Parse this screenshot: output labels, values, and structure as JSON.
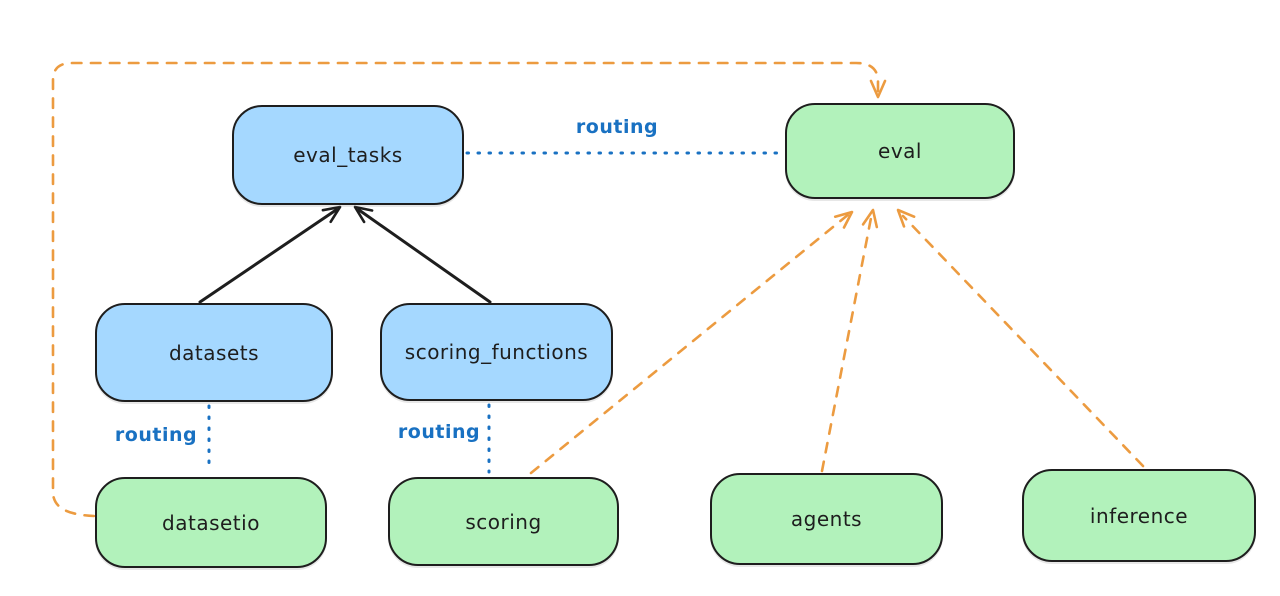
{
  "diagram": {
    "type": "architecture-graph",
    "background": "#ffffff",
    "nodes": {
      "eval_tasks": {
        "label": "eval_tasks",
        "color_group": "blue"
      },
      "eval": {
        "label": "eval",
        "color_group": "green"
      },
      "datasets": {
        "label": "datasets",
        "color_group": "blue"
      },
      "scoring_functions": {
        "label": "scoring_functions",
        "color_group": "blue"
      },
      "datasetio": {
        "label": "datasetio",
        "color_group": "green"
      },
      "scoring": {
        "label": "scoring",
        "color_group": "green"
      },
      "agents": {
        "label": "agents",
        "color_group": "green"
      },
      "inference": {
        "label": "inference",
        "color_group": "green"
      }
    },
    "edge_labels": {
      "eval_tasks_to_eval": "routing",
      "datasets_to_datasetio": "routing",
      "scoring_functions_to_scoring": "routing"
    },
    "edges": [
      {
        "from": "datasets",
        "to": "eval_tasks",
        "style": "solid",
        "arrow": true,
        "color": "#1e1e1e"
      },
      {
        "from": "scoring_functions",
        "to": "eval_tasks",
        "style": "solid",
        "arrow": true,
        "color": "#1e1e1e"
      },
      {
        "from": "eval_tasks",
        "to": "eval",
        "style": "dotted",
        "arrow": false,
        "color": "#1971c2",
        "label": "routing"
      },
      {
        "from": "datasets",
        "to": "datasetio",
        "style": "dotted",
        "arrow": false,
        "color": "#1971c2",
        "label": "routing"
      },
      {
        "from": "scoring_functions",
        "to": "scoring",
        "style": "dotted",
        "arrow": false,
        "color": "#1971c2",
        "label": "routing"
      },
      {
        "from": "datasetio",
        "to": "eval",
        "style": "dashed",
        "arrow": true,
        "color": "#ec9b40",
        "route": "around-left-and-top"
      },
      {
        "from": "scoring",
        "to": "eval",
        "style": "dashed",
        "arrow": true,
        "color": "#ec9b40"
      },
      {
        "from": "agents",
        "to": "eval",
        "style": "dashed",
        "arrow": true,
        "color": "#ec9b40"
      },
      {
        "from": "inference",
        "to": "eval",
        "style": "dashed",
        "arrow": true,
        "color": "#ec9b40"
      }
    ],
    "colors": {
      "blue_fill": "#a5d8ff",
      "green_fill": "#b2f2bb",
      "node_stroke": "#1e1e1e",
      "routing_blue": "#1971c2",
      "orange": "#ec9b40"
    }
  }
}
